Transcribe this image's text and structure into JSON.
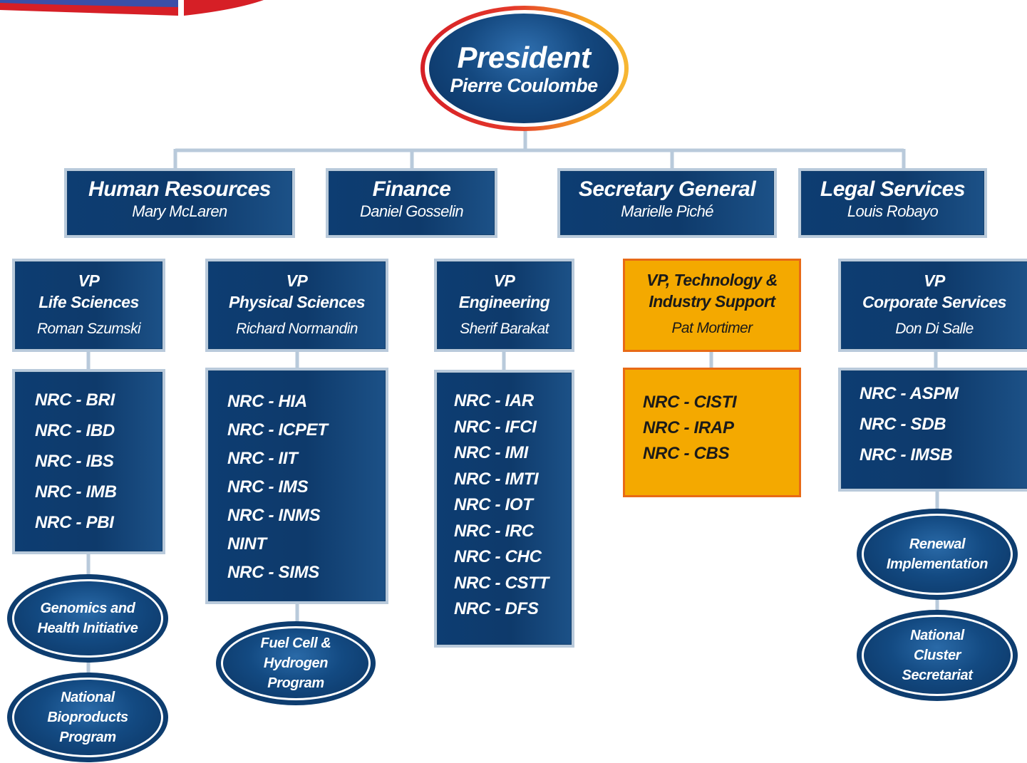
{
  "colors": {
    "navy": "#0e3a6b",
    "connector": "#b9cadb",
    "highlight_fill": "#f4a900",
    "highlight_border": "#e86a16",
    "accent_red": "#d61f26",
    "accent_gold": "#f7b733"
  },
  "president": {
    "title": "President",
    "name": "Pierre Coulombe"
  },
  "staff": [
    {
      "title": "Human Resources",
      "name": "Mary McLaren"
    },
    {
      "title": "Finance",
      "name": "Daniel Gosselin"
    },
    {
      "title": "Secretary General",
      "name": "Marielle Piché"
    },
    {
      "title": "Legal Services",
      "name": "Louis Robayo"
    }
  ],
  "vps": [
    {
      "title": "VP\nLife Sciences",
      "name": "Roman Szumski",
      "units": [
        "NRC - BRI",
        "NRC - IBD",
        "NRC - IBS",
        "NRC - IMB",
        "NRC - PBI"
      ],
      "programs": [
        "Genomics and\nHealth Initiative",
        "National\nBioproducts\nProgram"
      ]
    },
    {
      "title": "VP\nPhysical Sciences",
      "name": "Richard Normandin",
      "units": [
        "NRC - HIA",
        "NRC - ICPET",
        "NRC - IIT",
        "NRC - IMS",
        "NRC - INMS",
        "NINT",
        "NRC - SIMS"
      ],
      "programs": [
        "Fuel Cell &\nHydrogen\nProgram"
      ]
    },
    {
      "title": "VP\nEngineering",
      "name": "Sherif Barakat",
      "units": [
        "NRC - IAR",
        "NRC - IFCI",
        "NRC - IMI",
        "NRC - IMTI",
        "NRC - IOT",
        "NRC - IRC",
        "NRC - CHC",
        "NRC - CSTT",
        "NRC - DFS"
      ],
      "programs": []
    },
    {
      "title": "VP, Technology &\nIndustry Support",
      "name": "Pat  Mortimer",
      "units": [
        "NRC - CISTI",
        "NRC - IRAP",
        "NRC - CBS"
      ],
      "programs": []
    },
    {
      "title": "VP\nCorporate Services",
      "name": "Don Di Salle",
      "units": [
        "NRC - ASPM",
        "NRC - SDB",
        "NRC - IMSB"
      ],
      "programs": [
        "Renewal\nImplementation",
        "National\nCluster\nSecretariat"
      ]
    }
  ]
}
